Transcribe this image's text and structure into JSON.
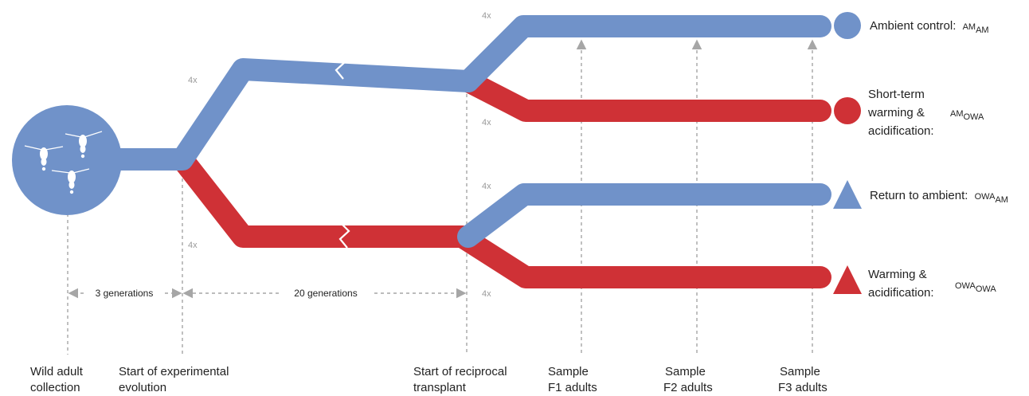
{
  "colors": {
    "ambient": "#7092c9",
    "warming": "#cf3136",
    "arrow": "#a6a6a6",
    "replicate_text": "#9a9a9a"
  },
  "replicates": {
    "upper_split": "4x",
    "lower_split": "4x",
    "am_am": "4x",
    "am_owa": "4x",
    "owa_am": "4x",
    "owa_owa": "4x"
  },
  "intervals": {
    "first": "3 generations",
    "second": "20 generations"
  },
  "timeline": {
    "wild": [
      "Wild adult",
      "collection"
    ],
    "start_evolution": [
      "Start of experimental",
      "evolution"
    ],
    "start_transplant": [
      "Start of reciprocal",
      "transplant"
    ],
    "f1": [
      "Sample",
      "F1 adults"
    ],
    "f2": [
      "Sample",
      "F2 adults"
    ],
    "f3": [
      "Sample",
      "F3 adults"
    ]
  },
  "legend": {
    "am_am": {
      "label": "Ambient control:",
      "main": "AM",
      "sub": "AM",
      "marker": "circle",
      "color": "#7092c9"
    },
    "am_owa": {
      "label": [
        "Short-term",
        "warming &",
        "acidification:"
      ],
      "main": "AM",
      "sub": "OWA",
      "marker": "circle",
      "color": "#cf3136"
    },
    "owa_am": {
      "label": "Return to ambient:",
      "main": "OWA",
      "sub": "AM",
      "marker": "triangle",
      "color": "#7092c9"
    },
    "owa_owa": {
      "label": [
        "Warming &",
        "acidification:"
      ],
      "main": "OWA",
      "sub": "OWA",
      "marker": "triangle",
      "color": "#cf3136"
    }
  },
  "icons": {
    "origin": "copepod-population-icon"
  }
}
